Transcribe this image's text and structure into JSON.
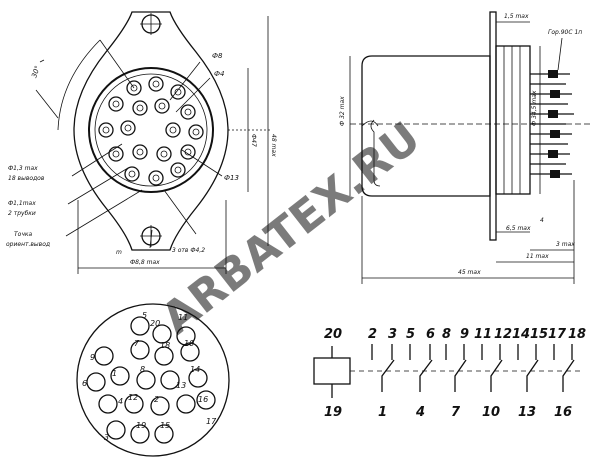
{
  "watermark": "ARBATEX.RU",
  "front_view": {
    "labels": {
      "d8": "Ф8",
      "d4": "Ф4",
      "d13": "Ф13",
      "d_pins": "Ф1,3 max",
      "pins_count": "18 выводов",
      "d_tubes": "Ф1,1max",
      "tubes": "2 трубки",
      "key_point": "Точка",
      "key_desc": "ориент.вывод",
      "pitch": "3 отв Ф4,2",
      "dim_left": "30°",
      "d_mount": "Ф47",
      "d_body": "48 max",
      "d_base": "Ф8,8 max",
      "n": "m"
    }
  },
  "side_view": {
    "labels": {
      "top_dim": "1,5 max",
      "wire_mark": "Гор.90С 1п",
      "d_outer": "Ф 32 max",
      "d_inner": "Ф 34,5 max",
      "dim_4": "4",
      "dim_65": "6,5 max",
      "dim_3": "3 max",
      "dim_11": "11 max",
      "dim_45": "45 max"
    }
  },
  "pin_view": {
    "pins": [
      {
        "n": "5"
      },
      {
        "n": "20"
      },
      {
        "n": "11"
      },
      {
        "n": "9"
      },
      {
        "n": "7"
      },
      {
        "n": "18"
      },
      {
        "n": "10"
      },
      {
        "n": "6"
      },
      {
        "n": "1"
      },
      {
        "n": "8"
      },
      {
        "n": "13"
      },
      {
        "n": "14"
      },
      {
        "n": "4"
      },
      {
        "n": "12"
      },
      {
        "n": "2"
      },
      {
        "n": "16"
      },
      {
        "n": "17"
      },
      {
        "n": "3"
      },
      {
        "n": "19"
      },
      {
        "n": "15"
      }
    ]
  },
  "schematic": {
    "top_numbers": [
      "20",
      "2",
      "3",
      "5",
      "6",
      "8",
      "9",
      "11",
      "12",
      "14",
      "15",
      "17",
      "18"
    ],
    "bottom_numbers": [
      "19",
      "1",
      "4",
      "7",
      "10",
      "13",
      "16"
    ]
  }
}
